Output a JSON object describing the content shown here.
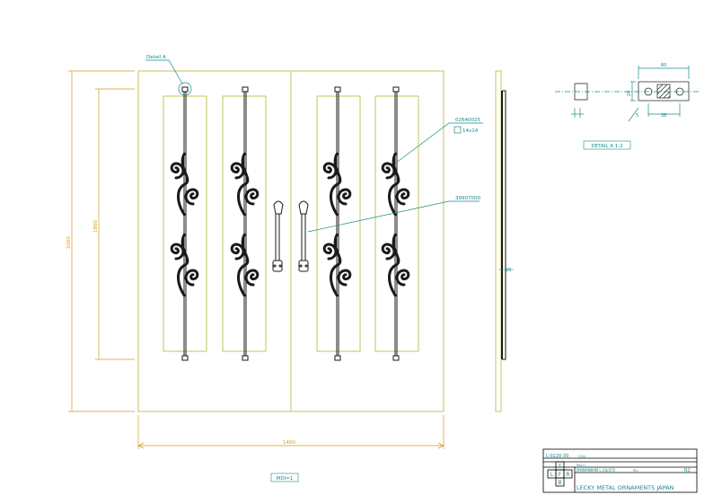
{
  "colors": {
    "outline": "#b8b830",
    "dimension": "#d49a1a",
    "annotation": "#1a8a8a",
    "ironwork": "#1a1a1a",
    "title_block": "#000000"
  },
  "callouts": {
    "detail_a": "Detail A",
    "part_1_code": "02640025",
    "part_1_size": "14x14",
    "part_2_code": "39907000"
  },
  "dimensions": {
    "total_height": "2000",
    "panel_height": "1800",
    "total_width": "1400",
    "side_thickness": "20",
    "detail_width": "60",
    "detail_height": "20",
    "detail_spacing": "38",
    "detail_left": "5"
  },
  "labels": {
    "detail_view": "DETAIL A 1:2",
    "main_scale": "MDI=1"
  },
  "title_block": {
    "drawing_number": "L-0220-30",
    "drawing_number_suffix": "(2/n)",
    "row2_left": "Rev.n",
    "row3_left": "MMMMMMM L-20/470",
    "row3_mid": "Pm",
    "row3_right": "R2",
    "company": "LECKY METAL ORNAMENTS JAPAN",
    "grid_letters": [
      "L",
      "T",
      "F",
      "R",
      "B"
    ]
  },
  "icons": {
    "detail_marker": "circle-callout-icon",
    "section_hatch": "hatch-square-icon"
  }
}
